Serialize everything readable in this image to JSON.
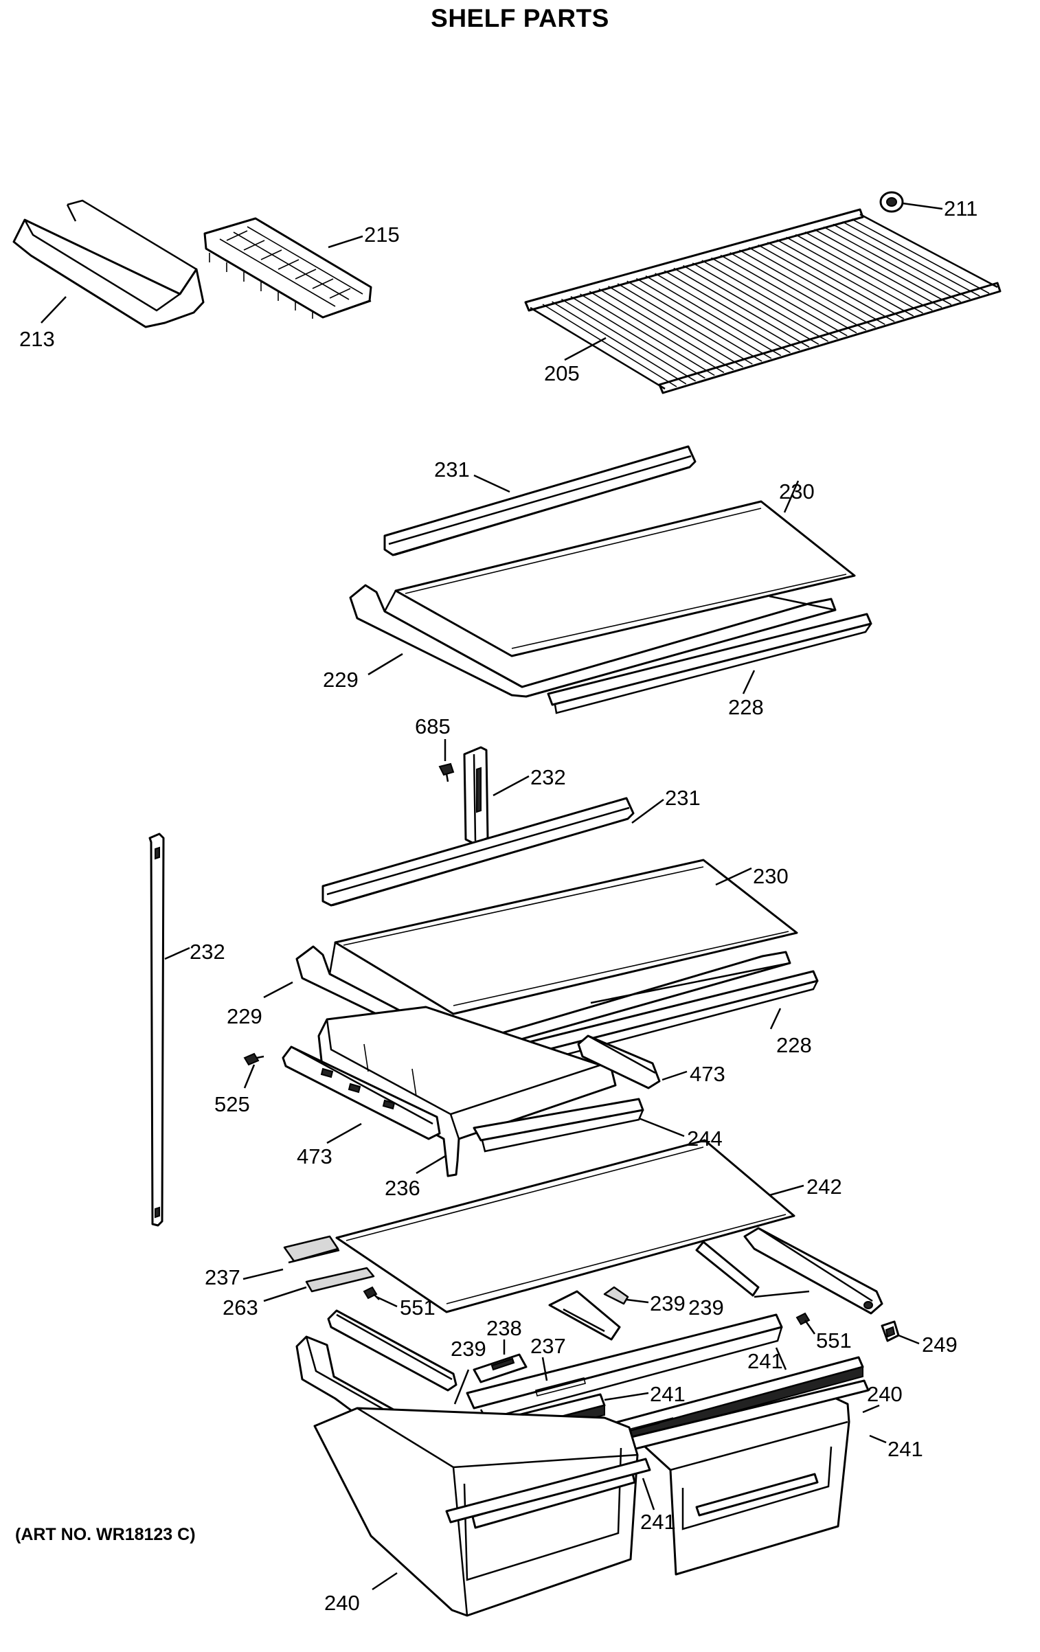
{
  "title": "SHELF PARTS",
  "art_number": "(ART NO. WR18123 C)",
  "callouts": {
    "p211": "211",
    "p215": "215",
    "p213": "213",
    "p205": "205",
    "p231a": "231",
    "p230a": "230",
    "p229a": "229",
    "p228a": "228",
    "p685": "685",
    "p232a": "232",
    "p231b": "231",
    "p230b": "230",
    "p232b": "232",
    "p229b": "229",
    "p228b": "228",
    "p473a": "473",
    "p525": "525",
    "p473b": "473",
    "p244": "244",
    "p236": "236",
    "p242": "242",
    "p237a": "237",
    "p263": "263",
    "p551a": "551",
    "p239a": "239",
    "p239b": "239",
    "p551b": "551",
    "p249": "249",
    "p238": "238",
    "p237b": "237",
    "p239c": "239",
    "p241a": "241",
    "p241b": "241",
    "p240a": "240",
    "p241c": "241",
    "p241d": "241",
    "p240b": "240"
  }
}
